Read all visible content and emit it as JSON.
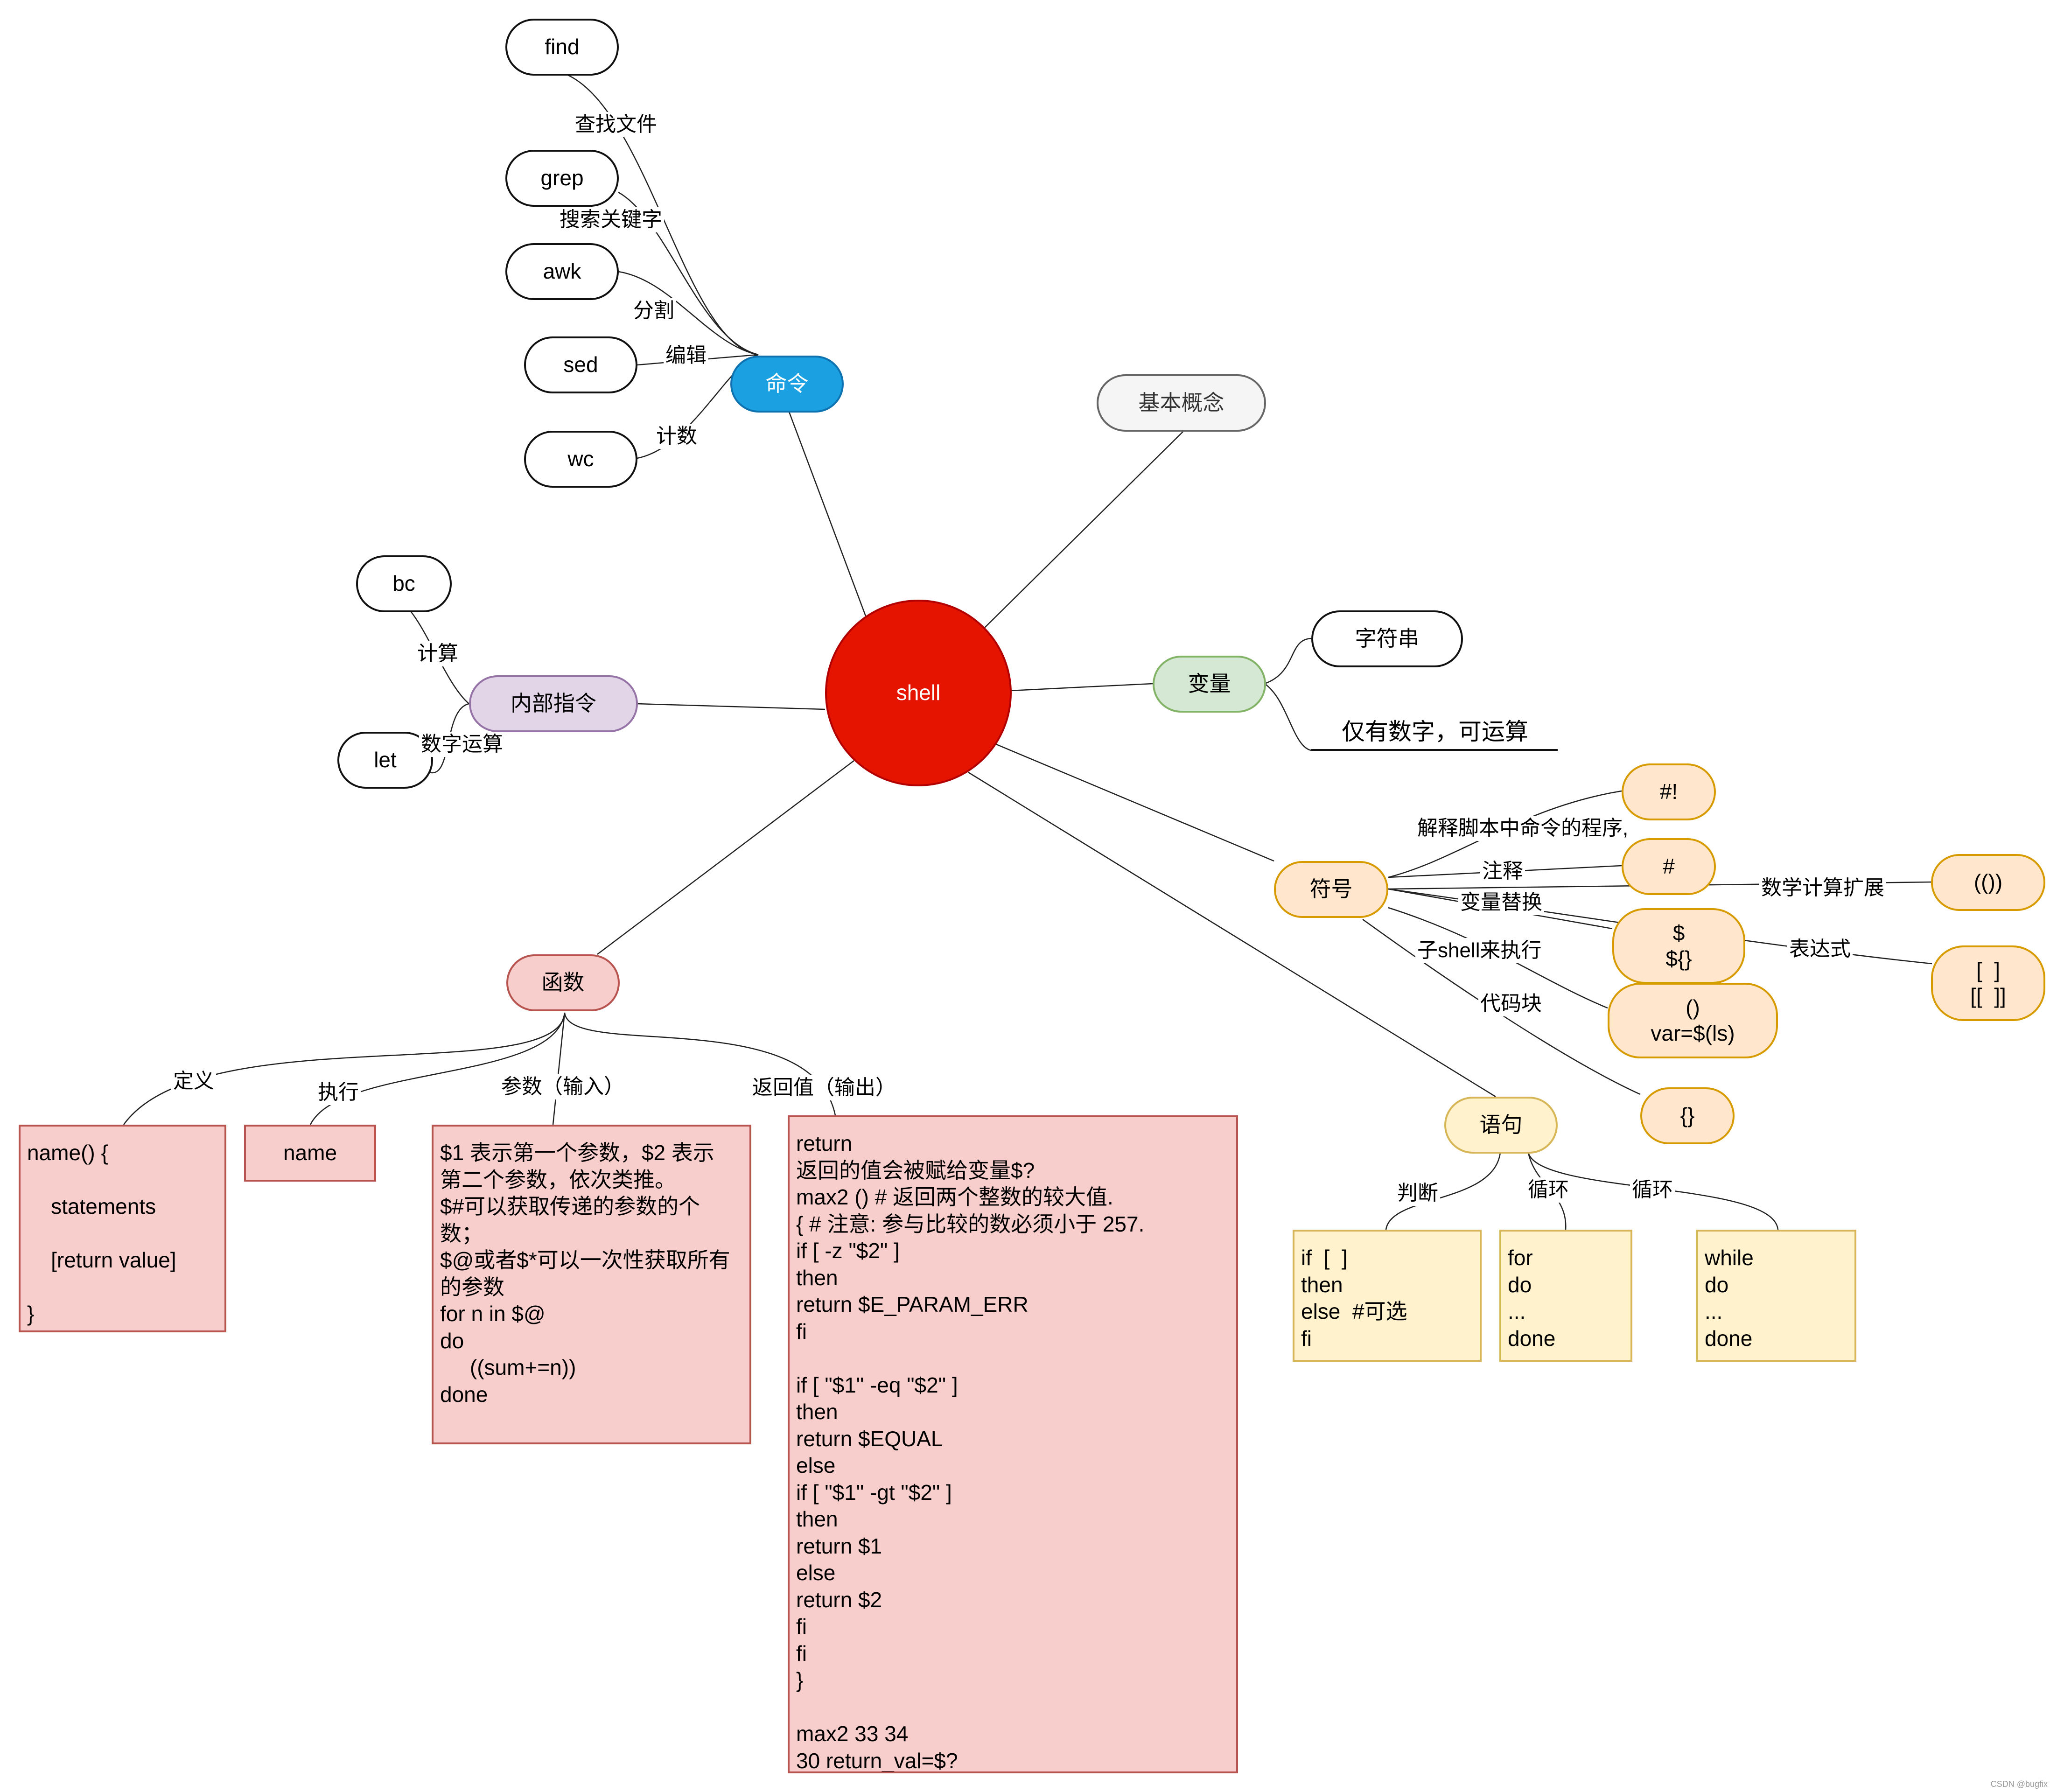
{
  "root": {
    "label": "shell"
  },
  "branches": {
    "commands": {
      "label": "命令",
      "items": [
        {
          "name": "find",
          "edge": "查找文件"
        },
        {
          "name": "grep",
          "edge": "搜索关键字"
        },
        {
          "name": "awk",
          "edge": "分割"
        },
        {
          "name": "sed",
          "edge": "编辑"
        },
        {
          "name": "wc",
          "edge": "计数"
        }
      ]
    },
    "concepts": {
      "label": "基本概念"
    },
    "variables": {
      "label": "变量",
      "items": [
        {
          "name": "字符串"
        },
        {
          "name": "仅有数字，可运算"
        }
      ]
    },
    "builtins": {
      "label": "内部指令",
      "items": [
        {
          "name": "bc",
          "edge": "计算"
        },
        {
          "name": "let",
          "edge": "数字运算"
        }
      ]
    },
    "symbols": {
      "label": "符号",
      "items": [
        {
          "name": "#!",
          "edge": "解释脚本中命令的程序,"
        },
        {
          "name": "#",
          "edge": "注释"
        },
        {
          "name": "(())",
          "edge": "数学计算扩展"
        },
        {
          "name": "$\n${}",
          "edge": "变量替换"
        },
        {
          "name": "[  ]\n[[  ]]",
          "edge": "表达式"
        },
        {
          "name": "()\nvar=$(ls)",
          "edge": "子shell来执行"
        },
        {
          "name": "{}",
          "edge": "代码块"
        }
      ]
    },
    "functions": {
      "label": "函数",
      "items": [
        {
          "edge": "定义",
          "content": "name() {\n\n    statements\n\n    [return value]\n\n}"
        },
        {
          "edge": "执行",
          "content": "name"
        },
        {
          "edge": "参数（输入）",
          "content": "$1 表示第一个参数，$2 表示\n第二个参数，依次类推。\n$#可以获取传递的参数的个\n数；\n$@或者$*可以一次性获取所有\n的参数\nfor n in $@\ndo\n     ((sum+=n))\ndone"
        },
        {
          "edge": "返回值（输出）",
          "content": "return\n返回的值会被赋给变量$?\nmax2 () # 返回两个整数的较大值.\n{ # 注意: 参与比较的数必须小于 257.\nif [ -z \"$2\" ]\nthen\nreturn $E_PARAM_ERR\nfi\n\nif [ \"$1\" -eq \"$2\" ]\nthen\nreturn $EQUAL\nelse\nif [ \"$1\" -gt \"$2\" ]\nthen\nreturn $1\nelse\nreturn $2\nfi\nfi\n}\n\nmax2 33 34\n30 return_val=$?"
        }
      ]
    },
    "statements": {
      "label": "语句",
      "items": [
        {
          "edge": "判断",
          "content": "if  [  ]\nthen\nelse  #可选\nfi"
        },
        {
          "edge": "循环",
          "content": "for\ndo\n...\ndone"
        },
        {
          "edge": "循环",
          "content": "while\ndo\n...\ndone"
        }
      ]
    }
  },
  "watermark": "CSDN @bugfix",
  "colors": {
    "root": "#e51400",
    "commands": "#1ba1e2",
    "variables": "#d5e8d4",
    "builtins": "#e1d5e7",
    "symbols": "#ffe6cc",
    "functions": "#f8cecc",
    "statements": "#fff2cc"
  }
}
